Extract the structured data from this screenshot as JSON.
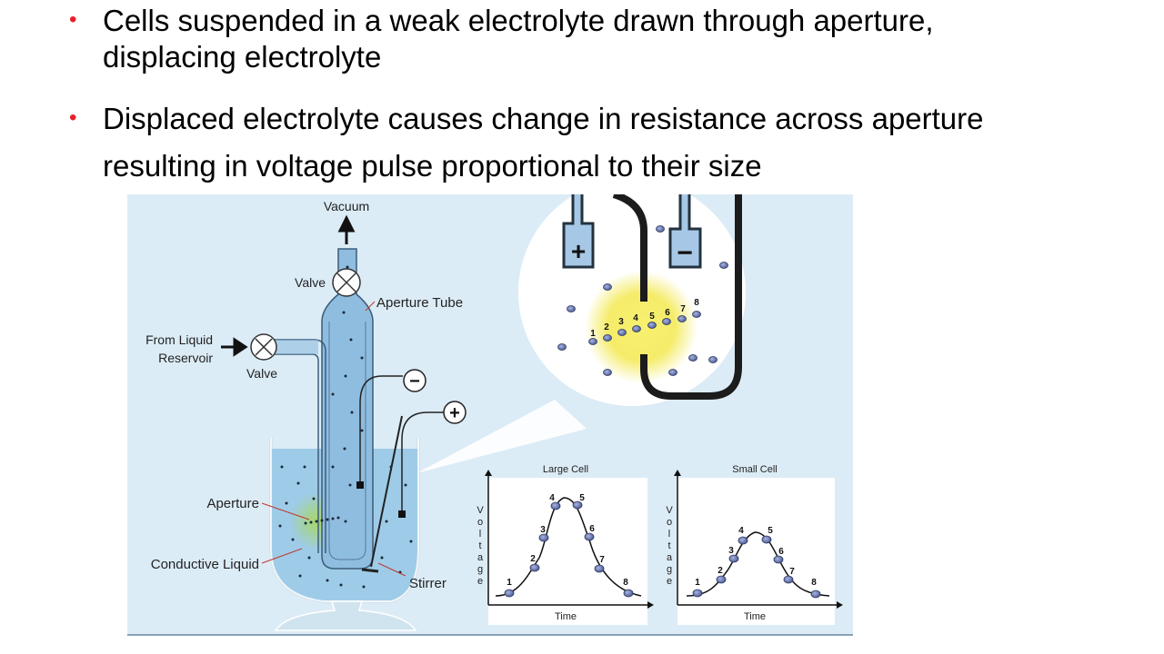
{
  "bullets": [
    {
      "line1": "Cells suspended in a weak electrolyte drawn through aperture,",
      "line2": "displacing electrolyte"
    },
    {
      "line1": "Displaced electrolyte causes change in resistance across aperture",
      "line2": "resulting in voltage pulse proportional to their size"
    }
  ],
  "diagram": {
    "vacuum": "Vacuum",
    "valve_top": "Valve",
    "aperture_tube": "Aperture Tube",
    "from_liquid": "From Liquid",
    "reservoir": "Reservoir",
    "valve_left": "Valve",
    "aperture": "Aperture",
    "conductive_liquid": "Conductive Liquid",
    "stirrer": "Stirrer",
    "minus_sign": "−",
    "plus_sign": "+",
    "inset_numbers": [
      "1",
      "2",
      "3",
      "4",
      "5",
      "6",
      "7",
      "8"
    ]
  },
  "charts": {
    "large_title": "Large Cell",
    "small_title": "Small Cell",
    "y_axis_letters": [
      "V",
      "o",
      "l",
      "t",
      "a",
      "g",
      "e"
    ],
    "x_label": "Time",
    "point_labels": [
      "1",
      "2",
      "3",
      "4",
      "5",
      "6",
      "7",
      "8"
    ]
  },
  "colors": {
    "bullet": "#e8202a",
    "liquid": "#9ecbe8",
    "background": "#dcecf6",
    "glow": "#f4ea5a",
    "cell": "#6d7fb5"
  }
}
